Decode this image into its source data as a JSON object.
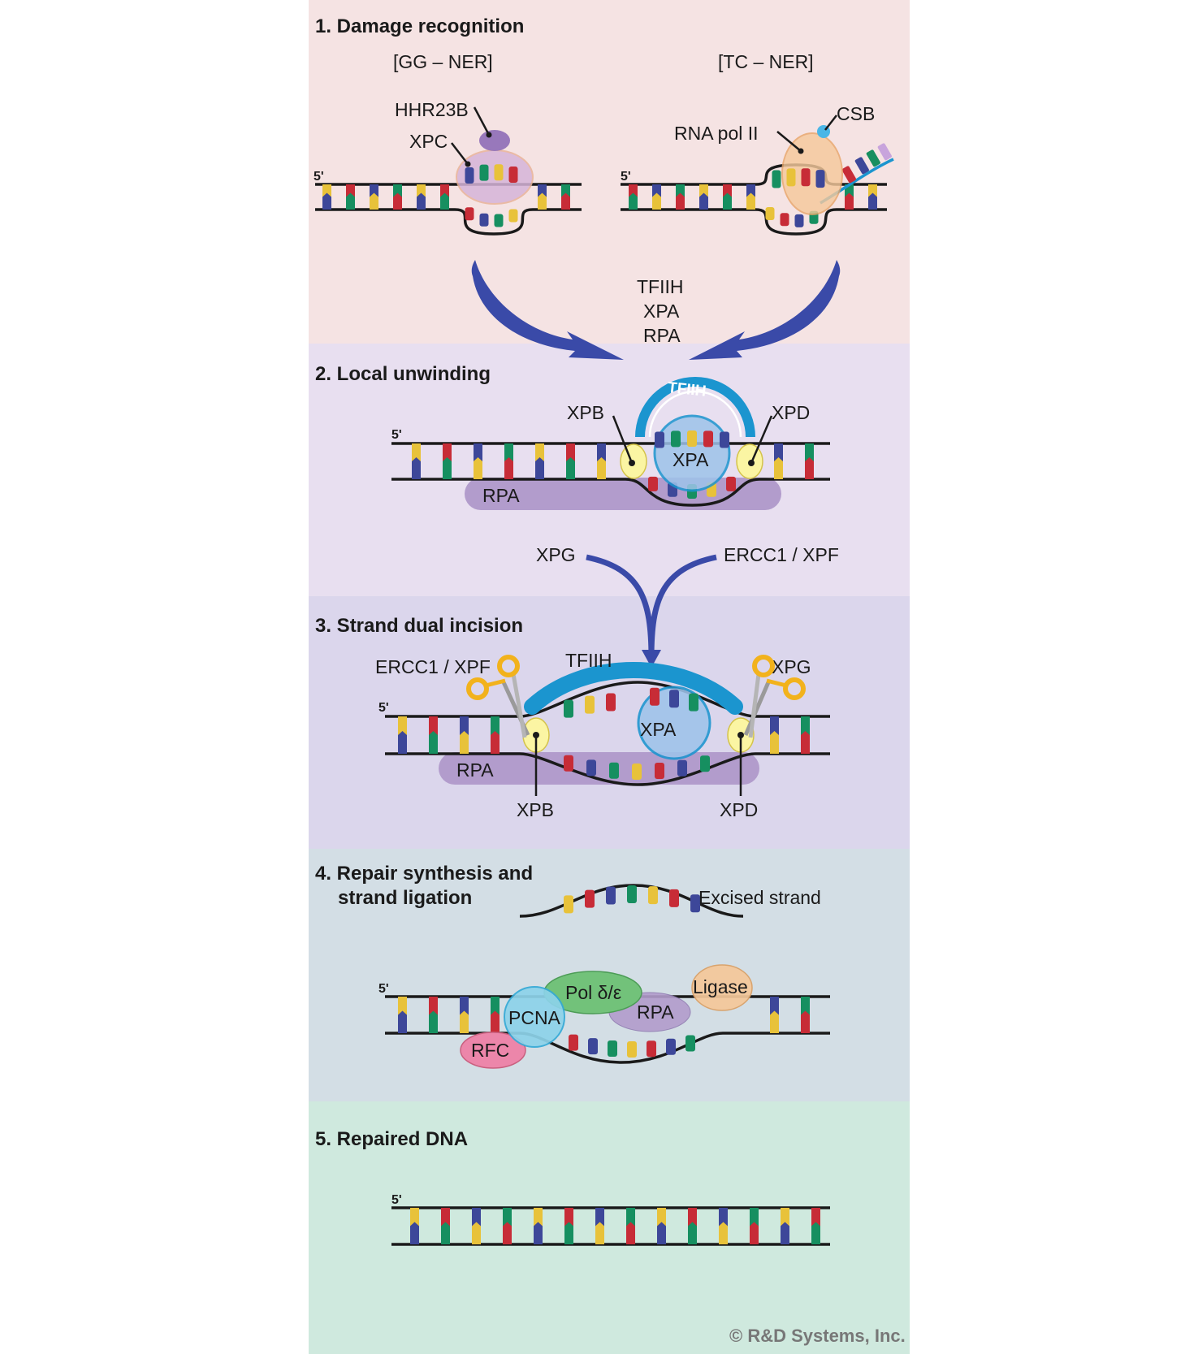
{
  "colors": {
    "panel1": "#f5e3e3",
    "panel2": "#e8dff0",
    "panel3": "#dbd6ec",
    "panel4": "#d3dee5",
    "panel5": "#cfe9de",
    "arrow": "#3a4aa8",
    "tfiih": "#1b95cf",
    "rpa": "#b29ccc",
    "xpa": "#9ec3ea",
    "helicase": "#fbf5a3",
    "pol": "#72c27a",
    "pcna": "#8dd3ea",
    "ligase": "#f5c89a",
    "rfc": "#ec86aa",
    "polii": "#f5c99c",
    "hhr23b": "#9878bb",
    "xpc": "#d6b5d9",
    "csb": "#4ab6e6",
    "scissors": "#f2b21c",
    "base_colors": [
      "#e8c23a",
      "#c72c37",
      "#3d4799",
      "#168f60"
    ]
  },
  "steps": {
    "s1": "1. Damage recognition",
    "s2": "2. Local unwinding",
    "s3": "3. Strand dual incision",
    "s4a": "4. Repair synthesis and",
    "s4b": "strand ligation",
    "s5": "5. Repaired DNA"
  },
  "labels": {
    "gg_ner": "[GG – NER]",
    "tc_ner": "[TC – NER]",
    "hhr23b": "HHR23B",
    "xpc": "XPC",
    "rna_pol_ii": "RNA pol II",
    "csb": "CSB",
    "five_prime": "5'",
    "tfiih": "TFIIH",
    "xpa": "XPA",
    "rpa": "RPA",
    "xpb": "XPB",
    "xpd": "XPD",
    "xpg": "XPG",
    "ercc1_xpf": "ERCC1 / XPF",
    "excised_strand": "Excised strand",
    "pol": "Pol δ/ε",
    "pcna": "PCNA",
    "rfc": "RFC",
    "ligase": "Ligase"
  },
  "copyright": "© R&D Systems, Inc."
}
